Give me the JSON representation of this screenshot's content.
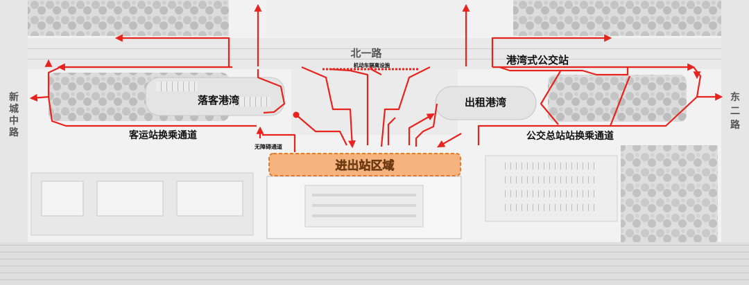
{
  "roads": {
    "north": "北一路",
    "west": "新城中路",
    "east": "东二路"
  },
  "labels": {
    "dropoff_bay": "落客港湾",
    "taxi_bay": "出租港湾",
    "bus_bay_stop": "港湾式公交站",
    "coach_transfer": "客运站换乘通道",
    "bus_transfer": "公交总站站换乘通道",
    "barrier_free": "无障碍通道",
    "vehicle_separation": "机动车隔离设施",
    "entry_exit_area": "进出站区域"
  },
  "colors": {
    "route": "#e8221d",
    "area_fill": "#f7a868",
    "area_stroke": "#e27a2a",
    "separation": "#e8221d"
  }
}
